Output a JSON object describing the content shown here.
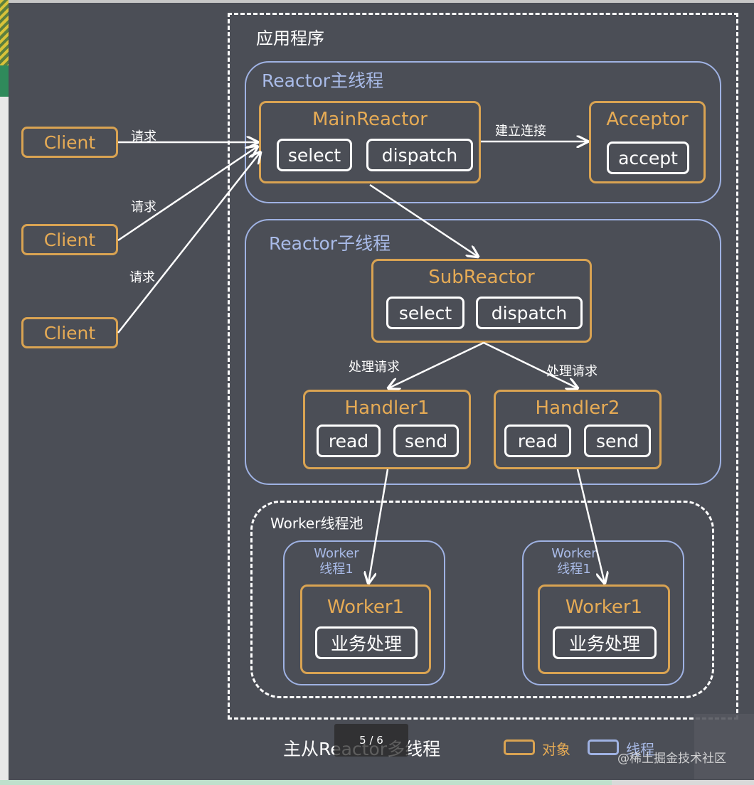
{
  "app_box": {
    "title": "应用程序"
  },
  "main_thread": {
    "title": "Reactor主线程"
  },
  "main_reactor": {
    "title": "MainReactor",
    "select": "select",
    "dispatch": "dispatch"
  },
  "acceptor": {
    "title": "Acceptor",
    "accept": "accept"
  },
  "clients": [
    {
      "label": "Client"
    },
    {
      "label": "Client"
    },
    {
      "label": "Client"
    }
  ],
  "edge_labels": {
    "request1": "请求",
    "request2": "请求",
    "request3": "请求",
    "establish": "建立连接",
    "handle1": "处理请求",
    "handle2": "处理请求"
  },
  "sub_thread": {
    "title": "Reactor子线程"
  },
  "sub_reactor": {
    "title": "SubReactor",
    "select": "select",
    "dispatch": "dispatch"
  },
  "handlers": [
    {
      "title": "Handler1",
      "read": "read",
      "send": "send"
    },
    {
      "title": "Handler2",
      "read": "read",
      "send": "send"
    }
  ],
  "worker_pool": {
    "title": "Worker线程池"
  },
  "worker_threads": [
    {
      "label_line1": "Worker",
      "label_line2": "线程1",
      "worker_title": "Worker1",
      "task": "业务处理"
    },
    {
      "label_line1": "Worker",
      "label_line2": "线程1",
      "worker_title": "Worker1",
      "task": "业务处理"
    }
  ],
  "caption": "主从Reactor多线程",
  "legend": {
    "object": "对象",
    "thread": "线程"
  },
  "pager": "5 / 6",
  "watermark": "@稀土掘金技术社区",
  "colors": {
    "background": "#4b4e56",
    "object_border": "#d9a352",
    "thread_border": "#9fb2e3",
    "text_white": "#ffffff",
    "object_text": "#e6ab55"
  }
}
